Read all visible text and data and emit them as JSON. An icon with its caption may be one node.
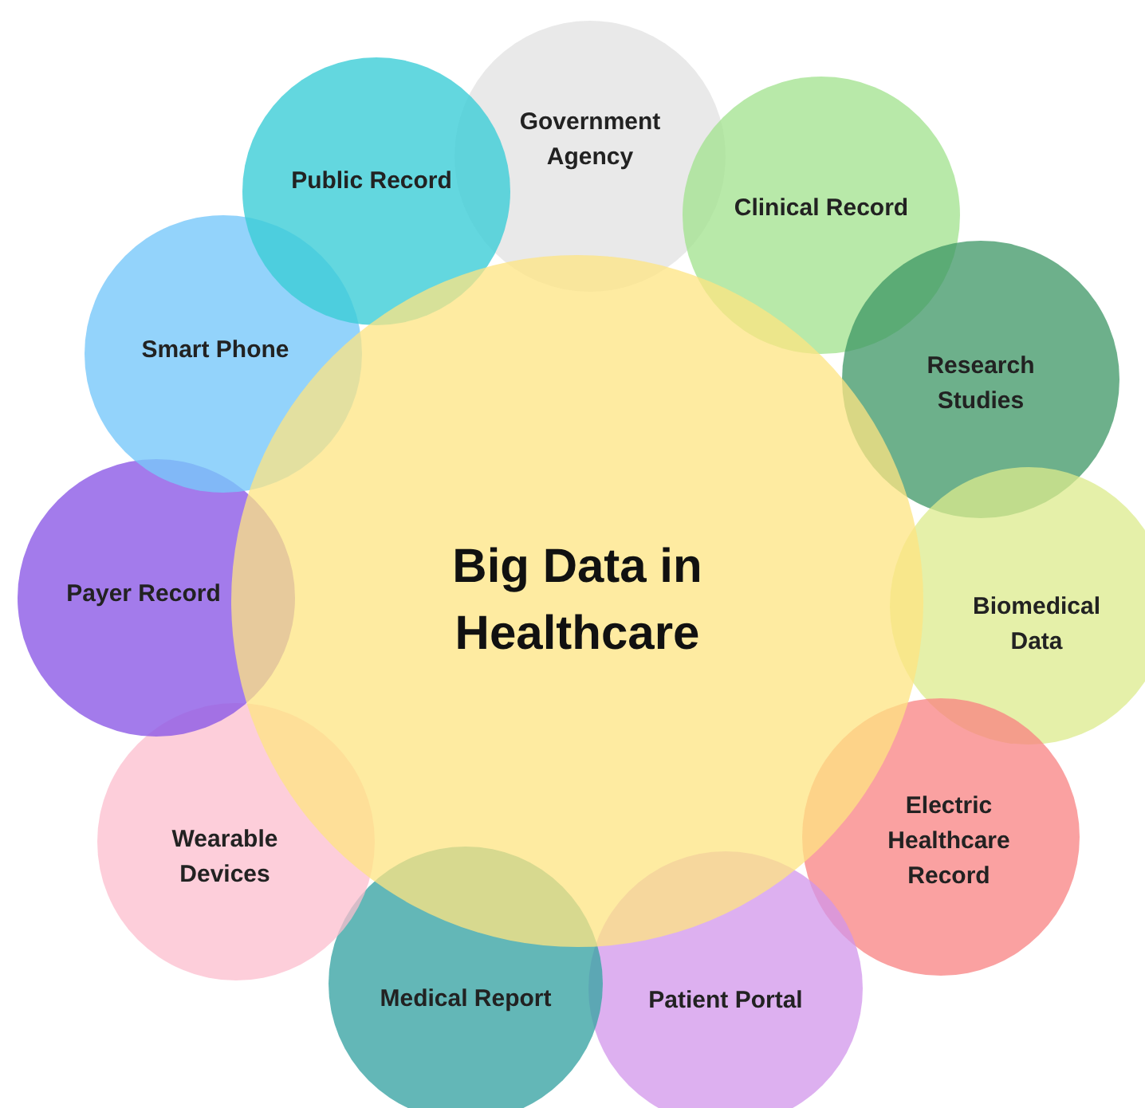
{
  "diagram": {
    "nodes": [
      {
        "text": [
          "Big Data in Healthcare"
        ]
      },
      {
        "text": [
          "Government Agency"
        ]
      },
      {
        "text": [
          "Clinical Record"
        ]
      },
      {
        "text": [
          "Research Studies"
        ]
      },
      {
        "text": [
          "Biomedical Data"
        ]
      },
      {
        "text": [
          "Electric Healthcare Record"
        ]
      },
      {
        "text": [
          "Patient Portal"
        ]
      },
      {
        "text": [
          "Medical Report"
        ]
      },
      {
        "text": [
          "Wearable Devices"
        ]
      },
      {
        "text": [
          "Payer Record"
        ]
      },
      {
        "text": [
          "Smart Phone"
        ]
      },
      {
        "text": [
          "Public Record"
        ]
      }
    ]
  }
}
